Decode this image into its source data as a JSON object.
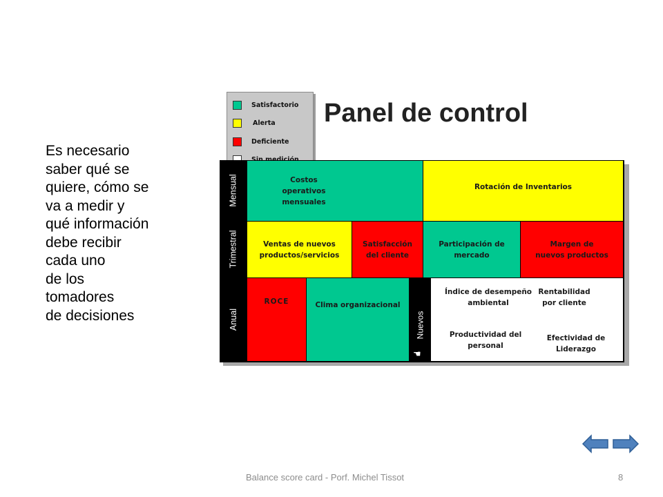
{
  "side_text": [
    "Es necesario",
    "saber qué se",
    "quiere, cómo se",
    "va a medir y",
    "qué información",
    "debe recibir",
    "cada uno",
    "de los",
    "tomadores",
    "de decisiones"
  ],
  "title": "Panel de control",
  "legend": [
    {
      "label": "Satisfactorio",
      "color": "#00c890"
    },
    {
      "label": "Alerta",
      "color": "#ffff00"
    },
    {
      "label": "Deficiente",
      "color": "#ff0000"
    },
    {
      "label": "Sin medición",
      "color": "#ffffff"
    }
  ],
  "rows": {
    "mensual": "Mensual",
    "trimestral": "Trimestral",
    "anual": "Anual"
  },
  "cells": {
    "costos": "Costos\noperativos\nmensuales",
    "rotacion": "Rotación de Inventarios",
    "ventas": "Ventas de nuevos\nproductos/servicios",
    "satisfaccion": "Satisfacción\ndel cliente",
    "participacion": "Participación de\nmercado",
    "margen": "Margen de\nnuevos productos",
    "roce": "ROCE",
    "clima": "Clima organizacional"
  },
  "nuevos": {
    "label": "Nuevos",
    "indice": "Índice de desempeño\nambiental",
    "rentabilidad": "Rentabilidad\npor cliente",
    "productividad": "Productividad del\npersonal",
    "efectividad": "Efectividad de\nLiderazgo"
  },
  "footer": {
    "text": "Balance score card - Porf. Michel Tissot",
    "page": "8"
  },
  "nav": {
    "back_icon": "arrow-left-icon",
    "forward_icon": "arrow-right-icon",
    "color": "#4f81bd"
  }
}
